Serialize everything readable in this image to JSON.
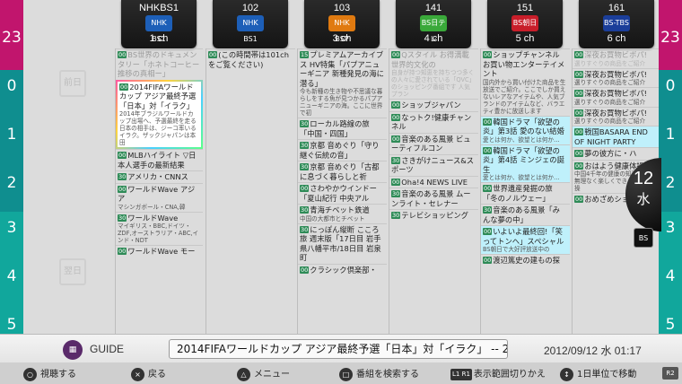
{
  "hours_left": [
    "23",
    "0",
    "1",
    "2",
    "3",
    "4",
    "5"
  ],
  "hours_right": [
    "23",
    "0",
    "1",
    "2",
    "3",
    "4",
    "5"
  ],
  "hour_colors": [
    "#c1156d",
    "#0f8e8f",
    "#0f8e8f",
    "#0f8e8f",
    "#11a79c",
    "#11a79c",
    "#11a79c"
  ],
  "channels": [
    {
      "num": "NHKBS1",
      "logo": "NHK BS1",
      "sub": "1 ch",
      "logo_color": "#1d5fb8"
    },
    {
      "num": "102",
      "logo": "NHK BS1",
      "sub": "",
      "logo_color": "#1d5fb8"
    },
    {
      "num": "103",
      "logo": "NHK BSP",
      "sub": "3 ch",
      "logo_color": "#e07a10"
    },
    {
      "num": "141",
      "logo": "BS日テレ",
      "sub": "4 ch",
      "logo_color": "#3aa93a"
    },
    {
      "num": "151",
      "logo": "BS朝日",
      "sub": "5 ch",
      "logo_color": "#c81e2a"
    },
    {
      "num": "161",
      "logo": "BS-TBS",
      "sub": "6 ch",
      "logo_color": "#1b3e9a"
    }
  ],
  "side_labels": {
    "up": "前日",
    "down": "翌日"
  },
  "col1": [
    {
      "tm": "00",
      "title": "BS世界のドキュメンタリー「ホネトコーヒー推移の真相ー」",
      "desc": "",
      "cls": "dim"
    },
    {
      "tm": "00",
      "title": "2014FIFAワールドカップ アジア最終予選「日本」対「イラク」",
      "desc": "2014年ブラジルワールドカップ出場へ、予選最終を走る日本の相手は、ジーコ率いるイラク。ザックジャパンは本田",
      "cls": "sel"
    },
    {
      "tm": "00",
      "title": "MLBハイライト ▽日本人選手の最新結果",
      "desc": "",
      "cls": ""
    },
    {
      "tm": "30",
      "title": "アメリカ・CNNス",
      "desc": "",
      "cls": ""
    },
    {
      "tm": "00",
      "title": "ワールドWave アジア",
      "desc": "マシンガボール・CNA,韓",
      "cls": ""
    },
    {
      "tm": "30",
      "title": "ワールドWave",
      "desc": "マイギリス・BBC,ドイツ・ZDF,オーストラリア・ABC,インド・NDT",
      "cls": ""
    },
    {
      "tm": "00",
      "title": "ワールドWave モー",
      "desc": "",
      "cls": ""
    }
  ],
  "col2": [
    {
      "tm": "00",
      "title": "(この時間帯は101chをご覧ください)",
      "desc": "",
      "cls": ""
    }
  ],
  "col3": [
    {
      "tm": "15",
      "title": "プレミアムアーカイブス HV特集「パプアニューギニア 新種発見の海に潜る」",
      "desc": "今も新種の生き物や不思議な暮らしをする魚が見つかるパプアニューギニアの海。ここに世界で初",
      "cls": ""
    },
    {
      "tm": "30",
      "title": "ローカル路線の旅「中国・四国」",
      "desc": "",
      "cls": ""
    },
    {
      "tm": "30",
      "title": "京都 音めぐり「守り継ぐ伝統の音」",
      "desc": "",
      "cls": ""
    },
    {
      "tm": "30",
      "title": "京都 音めぐり「古都に息づく暮らしと祈",
      "desc": "",
      "cls": ""
    },
    {
      "tm": "00",
      "title": "さわやかウインドー「夏山紀行 中央アル",
      "desc": "",
      "cls": ""
    },
    {
      "tm": "30",
      "title": "青海チベット鉄道",
      "desc": "中国の大都市とチベット",
      "cls": ""
    },
    {
      "tm": "30",
      "title": "にっぽん縦断 こころ旅 週末版「17日目 岩手県八幡平市/18日目 岩泉町",
      "desc": "",
      "cls": ""
    },
    {
      "tm": "00",
      "title": "クラシック倶楽部・",
      "desc": "",
      "cls": ""
    }
  ],
  "col4": [
    {
      "tm": "00",
      "title": "Qスタイル お得満載 世界的文化の",
      "desc": "自身が持つ知恵を持ちつつ多くの人々に愛されている「QVC」のショッピング番組です 人気プラン",
      "cls": "dim"
    },
    {
      "tm": "00",
      "title": "ショップジャパン",
      "desc": "",
      "cls": ""
    },
    {
      "tm": "00",
      "title": "なっトク!健康チャンネル",
      "desc": "",
      "cls": ""
    },
    {
      "tm": "00",
      "title": "音楽のある風景 ビューティフルコン",
      "desc": "",
      "cls": ""
    },
    {
      "tm": "30",
      "title": "さきがけニュース&スポーツ",
      "desc": "",
      "cls": ""
    },
    {
      "tm": "00",
      "title": "Oha!4 NEWS LIVE",
      "desc": "",
      "cls": ""
    },
    {
      "tm": "30",
      "title": "音楽のある風景 ムーンライト・セレナー",
      "desc": "",
      "cls": ""
    },
    {
      "tm": "30",
      "title": "テレビショッピング",
      "desc": "",
      "cls": ""
    }
  ],
  "col5": [
    {
      "tm": "00",
      "title": "ショップチャンネル お買い物エンターテイメント",
      "desc": "国内外から買い付けた商品を生放送でご紹介。ここでしか買えないレアなアイテムや、人気ブランドのアイテムなど、バラエティ豊かに放送します",
      "cls": ""
    },
    {
      "tm": "00",
      "title": "韓国ドラマ「欲望の炎」第3話 愛のない結婚",
      "desc": "愛とは何か、欲望とは何か…",
      "cls": "hl"
    },
    {
      "tm": "00",
      "title": "韓国ドラマ「欲望の炎」第4話 ミンジェの誕生",
      "desc": "愛とは何か、欲望とは何か…",
      "cls": "hl"
    },
    {
      "tm": "00",
      "title": "世界遺産発掘の旅「冬のノルウェー」",
      "desc": "",
      "cls": ""
    },
    {
      "tm": "30",
      "title": "音楽のある風景「みんな夢の中」",
      "desc": "",
      "cls": ""
    },
    {
      "tm": "00",
      "title": "いよいよ最終回!「笑ってトンヘ」スペシャル",
      "desc": "BS朝日で大好評放送中の",
      "cls": "hl"
    },
    {
      "tm": "00",
      "title": "渡辺篤史の建もの探",
      "desc": "",
      "cls": ""
    }
  ],
  "col6": [
    {
      "tm": "00",
      "title": "深夜お買物ビボパ!",
      "desc": "選りすぐりの商品をご紹介",
      "cls": "dim"
    },
    {
      "tm": "00",
      "title": "深夜お買物ビボパ!",
      "desc": "選りすぐりの商品をご紹介",
      "cls": ""
    },
    {
      "tm": "00",
      "title": "深夜お買物ビボパ!",
      "desc": "選りすぐりの商品をご紹介",
      "cls": ""
    },
    {
      "tm": "00",
      "title": "深夜お買物ビボパ!",
      "desc": "選りすぐりの商品をご紹介",
      "cls": ""
    },
    {
      "tm": "00",
      "title": "戦国BASARA END OF NIGHT PARTY",
      "desc": "",
      "cls": "hl"
    },
    {
      "tm": "00",
      "title": "夢の彼方に・ハ",
      "desc": "",
      "cls": ""
    },
    {
      "tm": "00",
      "title": "おはよう健康体操",
      "desc": "中国4千年の健康の知恵から、無理なく楽しくできる健康体操",
      "cls": ""
    },
    {
      "tm": "00",
      "title": "おめざめショッピン",
      "desc": "",
      "cls": ""
    }
  ],
  "now": {
    "hour": "12",
    "weekday": "水"
  },
  "bs_badge": "BS",
  "bottom": {
    "guide_label": "GUIDE",
    "program_title": "2014FIFAワールドカップ アジア最終予選「日本」対「イラク」 -- 2",
    "datetime": "2012/09/12 水 01:17"
  },
  "controls": [
    {
      "key": "○",
      "label": "視聴する"
    },
    {
      "key": "×",
      "label": "戻る"
    },
    {
      "key": "△",
      "label": "メニュー"
    },
    {
      "key": "□",
      "label": "番組を検索する"
    },
    {
      "key": "L1 R1",
      "label": "表示範囲切りかえ"
    },
    {
      "key": "↕",
      "label": "1日単位で移動"
    }
  ],
  "r2": "R2"
}
